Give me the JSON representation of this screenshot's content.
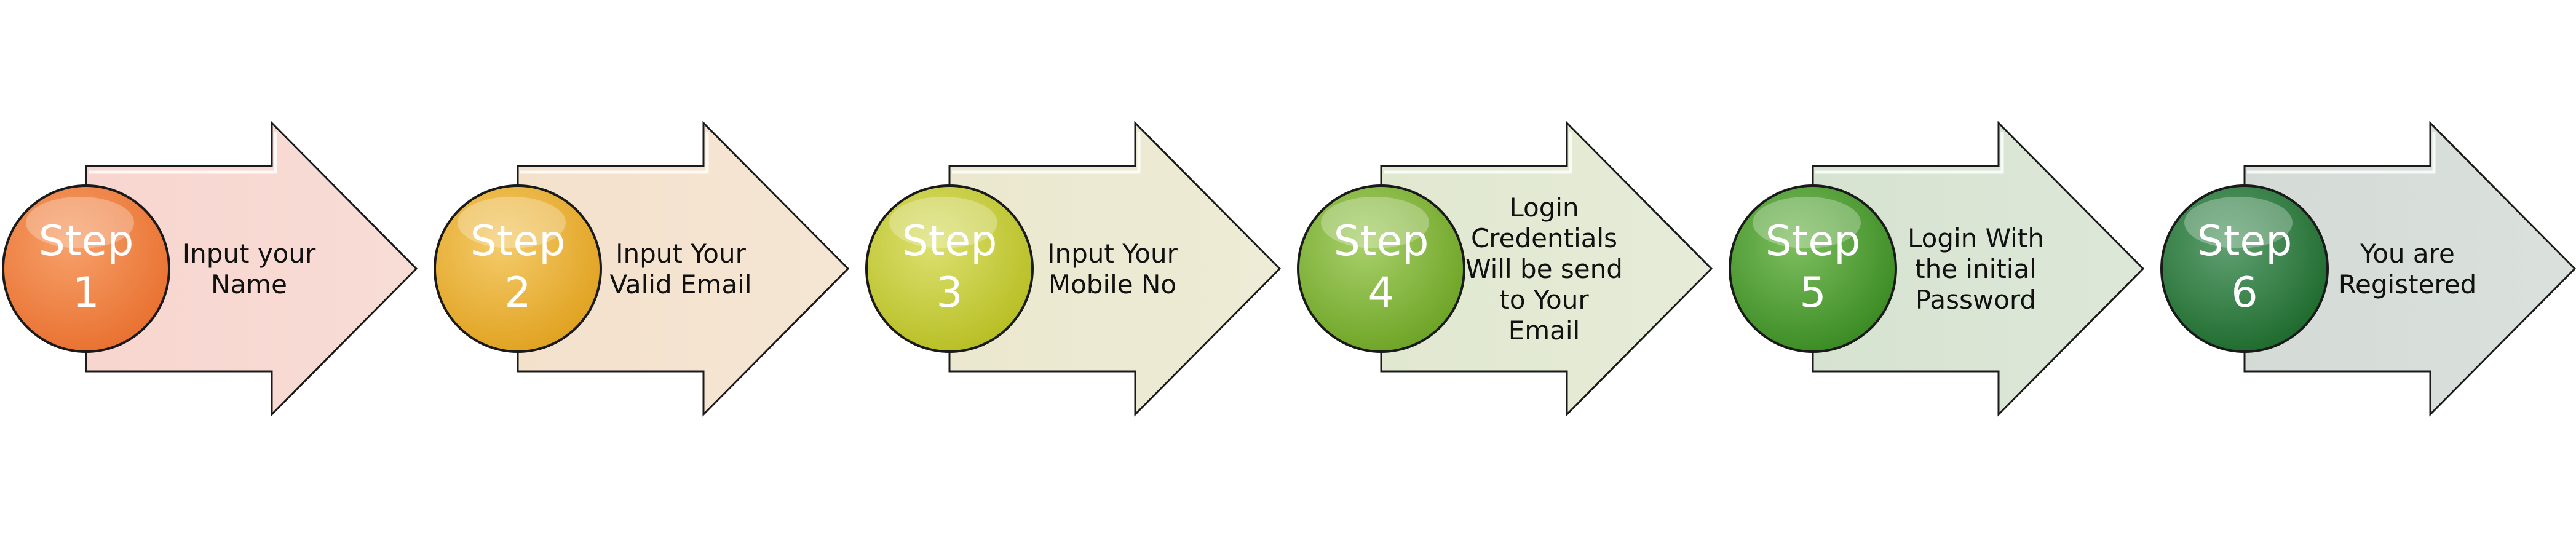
{
  "steps": [
    {
      "badge_line1": "Step",
      "badge_line2": "1",
      "text_lines": [
        "Input your",
        "Name"
      ],
      "circle_color": "#E8702F",
      "circle_light": "#F7A06A",
      "arrow_fill": "#F7D6CF"
    },
    {
      "badge_line1": "Step",
      "badge_line2": "2",
      "text_lines": [
        "Input Your",
        "Valid Email"
      ],
      "circle_color": "#E0A11F",
      "circle_light": "#F4CB6A",
      "arrow_fill": "#F3E1CC"
    },
    {
      "badge_line1": "Step",
      "badge_line2": "3",
      "text_lines": [
        "Input Your",
        "Mobile No"
      ],
      "circle_color": "#B7BE22",
      "circle_light": "#DCE070",
      "arrow_fill": "#EBE8CF"
    },
    {
      "badge_line1": "Step",
      "badge_line2": "4",
      "text_lines": [
        "Login",
        "Credentials",
        "Will be send",
        "to Your",
        "Email"
      ],
      "circle_color": "#6CA324",
      "circle_light": "#A8D06A",
      "arrow_fill": "#E1E8D0"
    },
    {
      "badge_line1": "Step",
      "badge_line2": "5",
      "text_lines": [
        "Login With",
        "the initial",
        "Password"
      ],
      "circle_color": "#398A22",
      "circle_light": "#7DBE5E",
      "arrow_fill": "#D7E3D1"
    },
    {
      "badge_line1": "Step",
      "badge_line2": "6",
      "text_lines": [
        "You are",
        "Registered"
      ],
      "circle_color": "#1D6A2C",
      "circle_light": "#5FA071",
      "arrow_fill": "#D4DBD6"
    }
  ]
}
